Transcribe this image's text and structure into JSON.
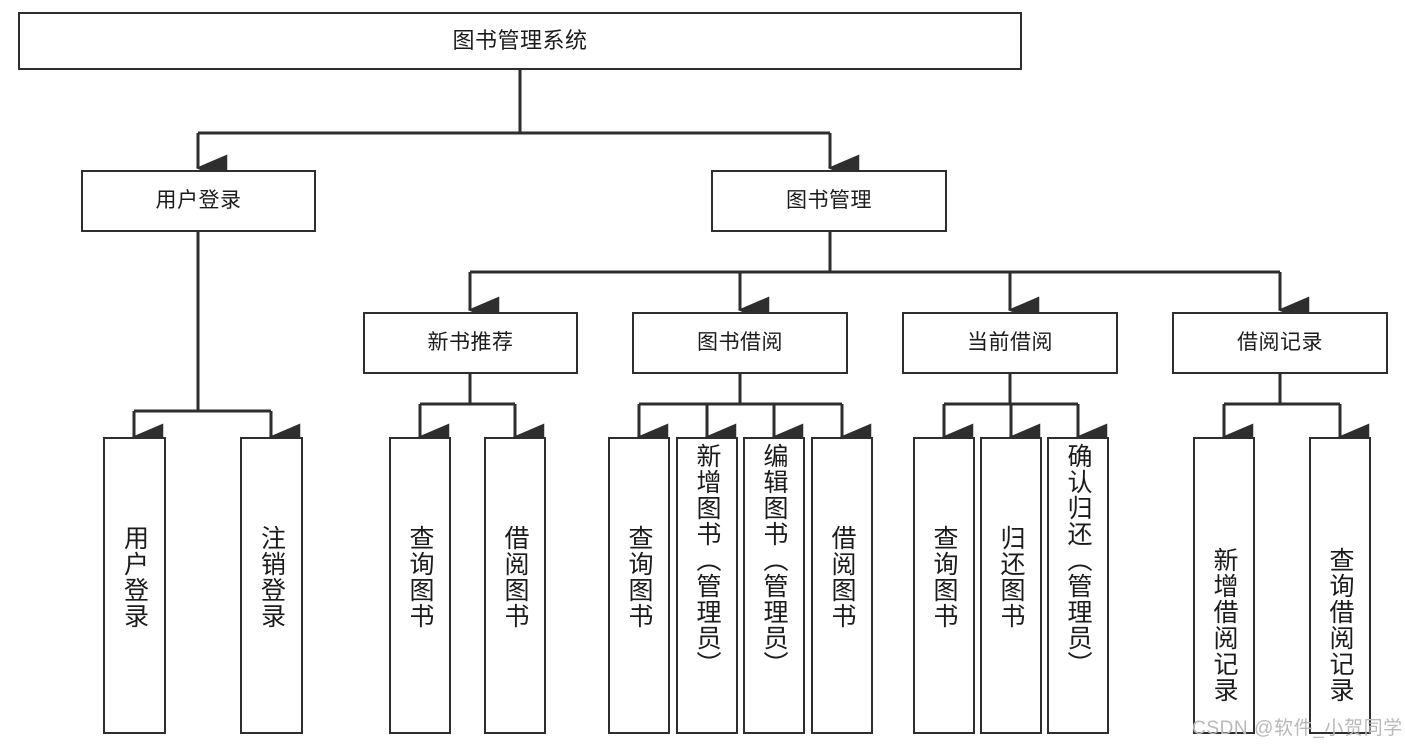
{
  "diagram": {
    "title": "图书管理系统",
    "type": "hierarchy-tree",
    "watermark": "CSDN @软件_小贺同学",
    "colors": {
      "box_border": "#2e2e2e",
      "box_fill": "#ffffff",
      "connector": "#2e2e2e",
      "text": "#1b1b1b",
      "watermark": "#b9b9b9",
      "background": "#ffffff"
    },
    "nodes": {
      "root": {
        "label": "图书管理系统"
      },
      "level2": [
        {
          "label": "用户登录"
        },
        {
          "label": "图书管理"
        }
      ],
      "level3": [
        {
          "label": "新书推荐"
        },
        {
          "label": "图书借阅"
        },
        {
          "label": "当前借阅"
        },
        {
          "label": "借阅记录"
        }
      ],
      "leaves": {
        "user_login": [
          {
            "label": "用户登录"
          },
          {
            "label": "注销登录"
          }
        ],
        "new_book_recommend": [
          {
            "label": "查询图书"
          },
          {
            "label": "借阅图书"
          }
        ],
        "book_borrow": [
          {
            "label": "查询图书"
          },
          {
            "label": "新增图书（管理员）"
          },
          {
            "label": "编辑图书（管理员）"
          },
          {
            "label": "借阅图书"
          }
        ],
        "current_borrow": [
          {
            "label": "查询图书"
          },
          {
            "label": "归还图书"
          },
          {
            "label": "确认归还（管理员）"
          }
        ],
        "borrow_record": [
          {
            "label": "新增借阅记录"
          },
          {
            "label": "查询借阅记录"
          }
        ]
      }
    }
  }
}
